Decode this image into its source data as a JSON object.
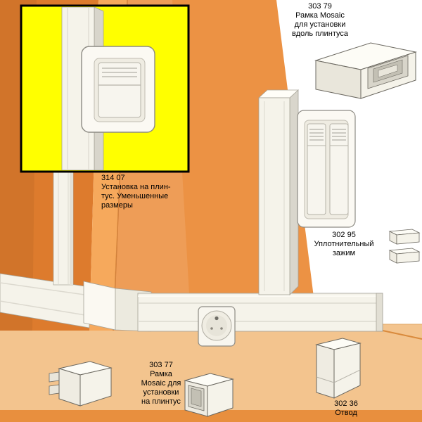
{
  "colors": {
    "wall-left": "#dd7b2d",
    "wall-corner": "#f6a95c",
    "wall-right": "#ec9244",
    "floor": "#f3c48e",
    "floor-strip": "#e88f3e",
    "trunking": "#f5f3ea",
    "trunking-shade": "#d9d6cc",
    "inset-bg": "#ffff00"
  },
  "callouts": {
    "frame_along": {
      "code": "303 79",
      "line1": "Рамка Mosaic",
      "line2": "для установки",
      "line3": "вдоль плинтуса"
    },
    "plinth_install": {
      "code": "314 07",
      "line1": "Установка на плин-",
      "line2": "тус. Уменьшенные",
      "line3": "размеры"
    },
    "seal_clamp": {
      "code": "302 95",
      "line1": "Уплотнительный",
      "line2": "зажим"
    },
    "frame_on": {
      "code": "303 77",
      "line1": "Рамка",
      "line2": "Mosaic для",
      "line3": "установки",
      "line4": "на плинтус"
    },
    "branch": {
      "code": "302 36",
      "line1": "Отвод"
    }
  }
}
